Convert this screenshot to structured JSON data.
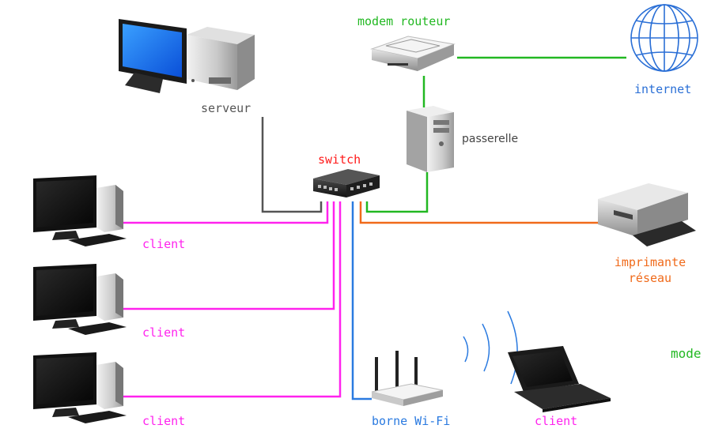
{
  "labels": {
    "modem": "modem routeur",
    "internet": "internet",
    "server": "serveur",
    "gateway": "passerelle",
    "switch": "switch",
    "client_1": "client",
    "client_2": "client",
    "client_3": "client",
    "printer_line1": "imprimante",
    "printer_line2": "réseau",
    "wifi": "borne Wi-Fi",
    "laptop_client": "client",
    "cut_text": "mode"
  },
  "colors": {
    "modem_green": "#22b822",
    "internet_blue": "#2a6fd6",
    "server_gray": "#555555",
    "switch_red": "#ff1a1a",
    "client_magenta": "#ff22ee",
    "printer_orange": "#f06a1a",
    "wifi_blue": "#2a7ae0"
  },
  "icons": [
    "monitor-icon",
    "server-tower-icon",
    "router-icon",
    "globe-icon",
    "network-switch-icon",
    "desktop-pc-icon",
    "printer-icon",
    "wifi-access-point-icon",
    "laptop-icon",
    "wifi-waves-icon"
  ]
}
